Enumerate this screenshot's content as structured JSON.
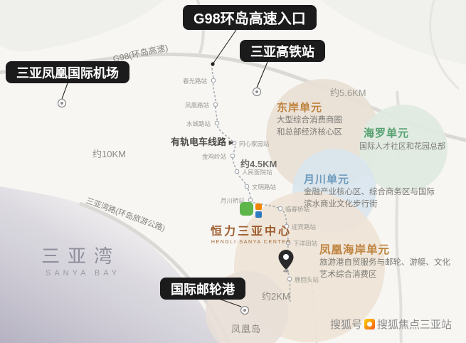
{
  "pills": {
    "g98": "G98环岛高速入口",
    "hsr": "三亚高铁站",
    "airport": "三亚凤凰国际机场",
    "cruise": "国际邮轮港"
  },
  "roads": {
    "g98": "G98(环岛高速)",
    "bay_road": "三亚湾路(环岛旅游公路)",
    "tram": "有轨电车线路",
    "tram_arrow": "▶"
  },
  "distances": {
    "d56": "约5.6KM",
    "d45": "约4.5KM",
    "d10": "约10KM",
    "d2": "约2KM"
  },
  "units": {
    "east": {
      "title": "东岸单元",
      "line1": "大型综合消费商圈",
      "line2": "和总部经济核心区",
      "color": "#bf8440",
      "circle": "#e9e0d5"
    },
    "hailuo": {
      "title": "海罗单元",
      "line1": "国际人才社区和花园总部",
      "color": "#57a172",
      "circle": "#e0eae0"
    },
    "yuechuan": {
      "title": "月川单元",
      "line1": "金融产业核心区、综合商务区与国际",
      "line2": "滨水商业文化步行街",
      "color": "#6e9cbf",
      "circle": "#d9e5ee"
    },
    "phoenix": {
      "title": "凤凰海岸单元",
      "line1": "旅游港自贸服务与邮轮、游艇、文化",
      "line2": "艺术综合消费区",
      "color": "#bf8440",
      "circle": "#eee3d6"
    }
  },
  "logo": {
    "cn": "恒力三亚中心",
    "en": "HENGLI·SANYA CENTER"
  },
  "bay": {
    "cn": "三亚湾",
    "en": "SANYA BAY"
  },
  "phoenix_island": "凤凰岛",
  "watermark": {
    "prefix": "搜狐号",
    "suffix": "搜狐焦点三亚站"
  },
  "stations": [
    {
      "label": "春光路站"
    },
    {
      "label": "凤凰路站"
    },
    {
      "label": "水城路站"
    },
    {
      "label": "同心家园站"
    },
    {
      "label": "金鸡岭站"
    },
    {
      "label": "人民医院站"
    },
    {
      "label": "文明路站"
    },
    {
      "label": "月川桥站"
    },
    {
      "label": "临春桥站"
    },
    {
      "label": "迎宾路站"
    },
    {
      "label": "下洋田站"
    },
    {
      "label": "鹿回头站"
    }
  ],
  "palette": {
    "pill_bg": "#1b1b1b",
    "sea": "#b2aebf",
    "road": "#dbd9d5",
    "tram_line": "#a7abb1"
  }
}
